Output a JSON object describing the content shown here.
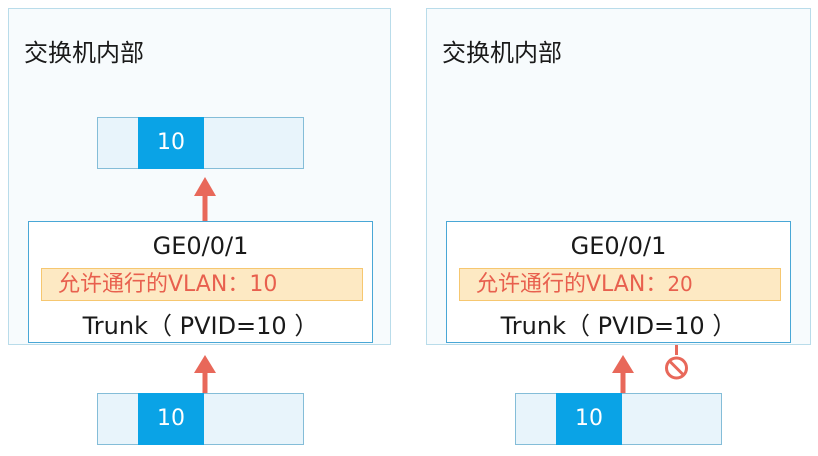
{
  "left": {
    "title": "交换机内部",
    "inner_frame_vlan": "10",
    "port": {
      "name": "GE0/0/1",
      "allowed_label": "允许通行的VLAN：",
      "allowed_value": "10",
      "mode": "Trunk（ PVID=10 ）"
    },
    "incoming_frame_vlan": "10"
  },
  "right": {
    "title": "交换机内部",
    "port": {
      "name": "GE0/0/1",
      "allowed_label": "允许通行的VLAN：",
      "allowed_value": "20",
      "mode": "Trunk（ PVID=10 ）"
    },
    "incoming_frame_vlan": "10"
  },
  "colors": {
    "arrow": "#e8685a",
    "vlan_tag": "#0aa3e6",
    "allowed_text": "#e8604e",
    "blocked_icon": "#e8685a"
  },
  "icons": {
    "blocked": "prohibited-icon",
    "arrow": "up-arrow-icon"
  }
}
